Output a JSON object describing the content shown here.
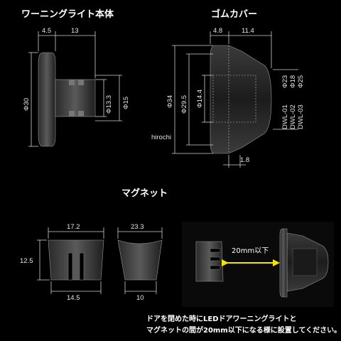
{
  "titles": {
    "warning_light": "ワーニングライト本体",
    "rubber_cover": "ゴムカバー",
    "magnet": "マグネット"
  },
  "warning_light_dims": {
    "d_4_5": "4.5",
    "d_13": "13",
    "d_30": "Φ30",
    "d_13_3": "Φ13.3",
    "d_15": "Φ15"
  },
  "rubber_cover_dims": {
    "d_4_8": "4.8",
    "d_11_4": "11.4",
    "d_34": "Φ34",
    "d_29_5": "Φ29.5",
    "d_14_4": "Φ14.4",
    "d_1_8": "1.8"
  },
  "models": [
    {
      "name": "DWL-01",
      "dia": "Φ23"
    },
    {
      "name": "DWL-02",
      "dia": "Φ18"
    },
    {
      "name": "DWL-03",
      "dia": "Φ25"
    }
  ],
  "watermark": "hirochi",
  "magnet_dims": {
    "d_17_2": "17.2",
    "d_12_5": "12.5",
    "d_14_5": "14.5",
    "d_23_3": "23.3",
    "d_10": "10"
  },
  "gap_label": "20mm以下",
  "note_line1": "ドアを閉めた時にLEDドアワーニングライトと",
  "note_line2": "マグネットの間が20mm以下になる様に設置してください。",
  "colors": {
    "background": "#000000",
    "arrow": "#f2e600",
    "line": "#cfcfcf"
  }
}
